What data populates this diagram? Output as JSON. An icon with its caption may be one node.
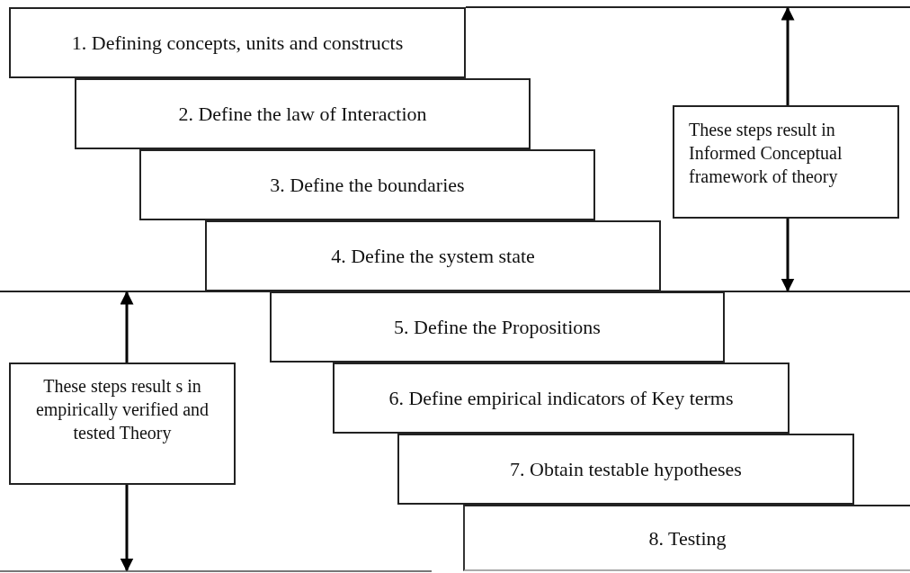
{
  "diagram": {
    "nodes": [
      {
        "text": [
          "1. Defining concepts, units and constructs"
        ]
      },
      {
        "text": [
          "2. Define the law of Interaction"
        ]
      },
      {
        "text": [
          "3. Define the boundaries"
        ]
      },
      {
        "text": [
          "4. Define the system state"
        ]
      },
      {
        "text": [
          "5. Define the Propositions"
        ]
      },
      {
        "text": [
          "6. Define empirical indicators of Key terms"
        ]
      },
      {
        "text": [
          "7. Obtain testable hypotheses"
        ]
      },
      {
        "text": [
          "8. Testing"
        ]
      },
      {
        "text": [
          "These steps result in Informed Conceptual framework of theory"
        ]
      },
      {
        "text": [
          "These steps result s in empirically verified and tested Theory"
        ]
      }
    ],
    "edges": [
      {
        "from": 8,
        "to": null,
        "arrow": "to"
      },
      {
        "from": 8,
        "to": null,
        "arrow": "to"
      },
      {
        "from": 9,
        "to": null,
        "arrow": "to"
      },
      {
        "from": 9,
        "to": null,
        "arrow": "to"
      }
    ]
  }
}
